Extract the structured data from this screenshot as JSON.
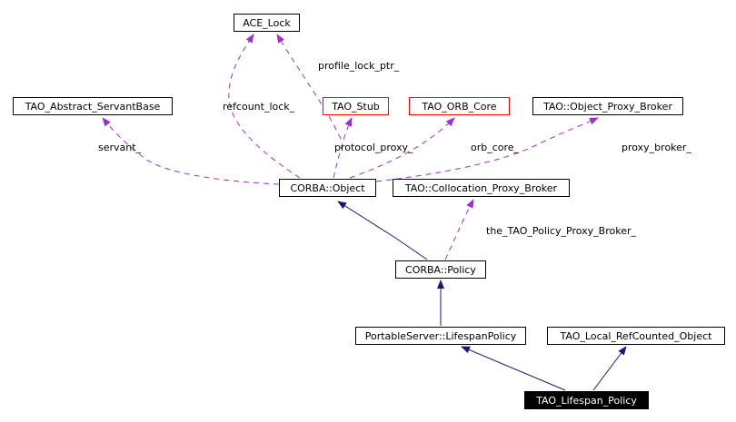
{
  "colors": {
    "member_edge": "#9a32cd",
    "inheritance_edge": "#191970",
    "undocumented_border": "#ff0000",
    "focus_fill": "#000000"
  },
  "nodes": {
    "ace_lock": "ACE_Lock",
    "abstract_servant_base": "TAO_Abstract_ServantBase",
    "tao_stub": "TAO_Stub",
    "orb_core": "TAO_ORB_Core",
    "object_proxy_broker": "TAO::Object_Proxy_Broker",
    "corba_object": "CORBA::Object",
    "collocation_proxy_broker": "TAO::Collocation_Proxy_Broker",
    "corba_policy": "CORBA::Policy",
    "lifespan_policy": "PortableServer::LifespanPolicy",
    "local_refcounted": "TAO_Local_RefCounted_Object",
    "tao_lifespan_policy": "TAO_Lifespan_Policy"
  },
  "edge_labels": {
    "profile_lock_ptr": "profile_lock_ptr_",
    "refcount_lock": "refcount_lock_",
    "servant": "servant_",
    "protocol_proxy": "protocol_proxy_",
    "orb_core": "orb_core_",
    "proxy_broker": "proxy_broker_",
    "policy_proxy_broker": "the_TAO_Policy_Proxy_Broker_"
  }
}
